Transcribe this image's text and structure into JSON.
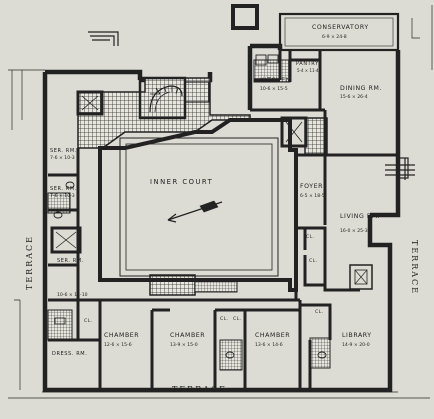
{
  "labels": {
    "conservatory": "CONSERVATORY",
    "conservatory_dim": "6-9 × 24-8",
    "pantry": "PANTRY",
    "pantry_dim": "5-4 × 11-4",
    "kitchen": "KITCHEN",
    "kitchen_dim": "10-6 × 15-5",
    "dining": "DINING RM.",
    "dining_dim": "15-6 × 26-4",
    "ser1": "SER. RM.",
    "ser1_dim": "7-6 × 10-3",
    "ser2": "SER. RM.",
    "ser2_dim": "7-6 × 10-3",
    "ser3": "SER. RM.",
    "ser3_dim": "10-6 × 12-10",
    "inner_court": "INNER COURT",
    "foyer": "FOYER",
    "foyer_dim": "6-5 × 18-5",
    "living": "LIVING RM.",
    "living_dim": "16-0 × 25-3",
    "cl": "CL.",
    "chamber1": "CHAMBER",
    "chamber1_dim": "12-6 × 15-6",
    "chamber2": "CHAMBER",
    "chamber2_dim": "13-9 × 15-0",
    "chamber3": "CHAMBER",
    "chamber3_dim": "13-6 × 14-6",
    "library": "LIBRARY",
    "library_dim": "14-9 × 20-0",
    "dress": "DRESS. RM.",
    "terrace_bottom": "TERRACE",
    "terrace_left": "TERRACE",
    "terrace_right": "TERRACE"
  },
  "colors": {
    "paper": "#dcdcd4",
    "ink": "#1e1e1e",
    "wall": "#2a2a2a"
  }
}
